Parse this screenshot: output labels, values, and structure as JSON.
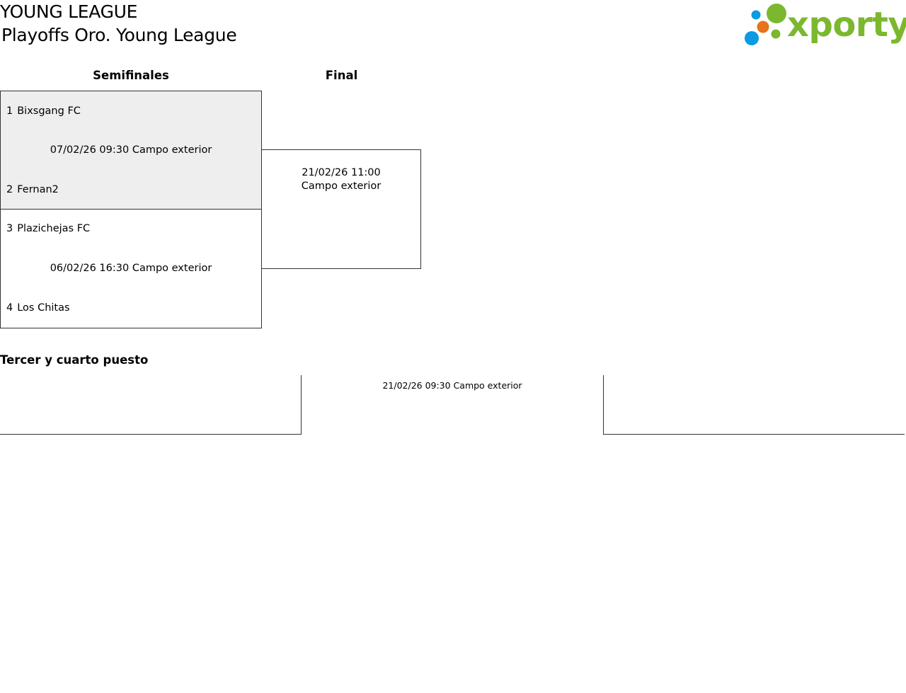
{
  "header": {
    "league": "YOUNG LEAGUE",
    "tournament": "Playoffs Oro. Young League"
  },
  "logo": {
    "text": "xporty",
    "text_color": "#7cb82f",
    "dot_colors": [
      "#0a9be3",
      "#7cb82f",
      "#e8731a"
    ]
  },
  "rounds": {
    "semis_label": "Semifinales",
    "final_label": "Final"
  },
  "semifinals": [
    {
      "team_top": {
        "seed": "1",
        "name": "Bixsgang FC"
      },
      "info": "07/02/26 09:30 Campo exterior",
      "team_bottom": {
        "seed": "2",
        "name": "Fernan2"
      },
      "highlighted": true
    },
    {
      "team_top": {
        "seed": "3",
        "name": "Plazichejas FC"
      },
      "info": "06/02/26 16:30 Campo exterior",
      "team_bottom": {
        "seed": "4",
        "name": "Los Chitas"
      },
      "highlighted": false
    }
  ],
  "final": {
    "info": "21/02/26 11:00 Campo exterior"
  },
  "third_place": {
    "title": "Tercer y cuarto puesto",
    "info": "21/02/26 09:30 Campo exterior"
  }
}
